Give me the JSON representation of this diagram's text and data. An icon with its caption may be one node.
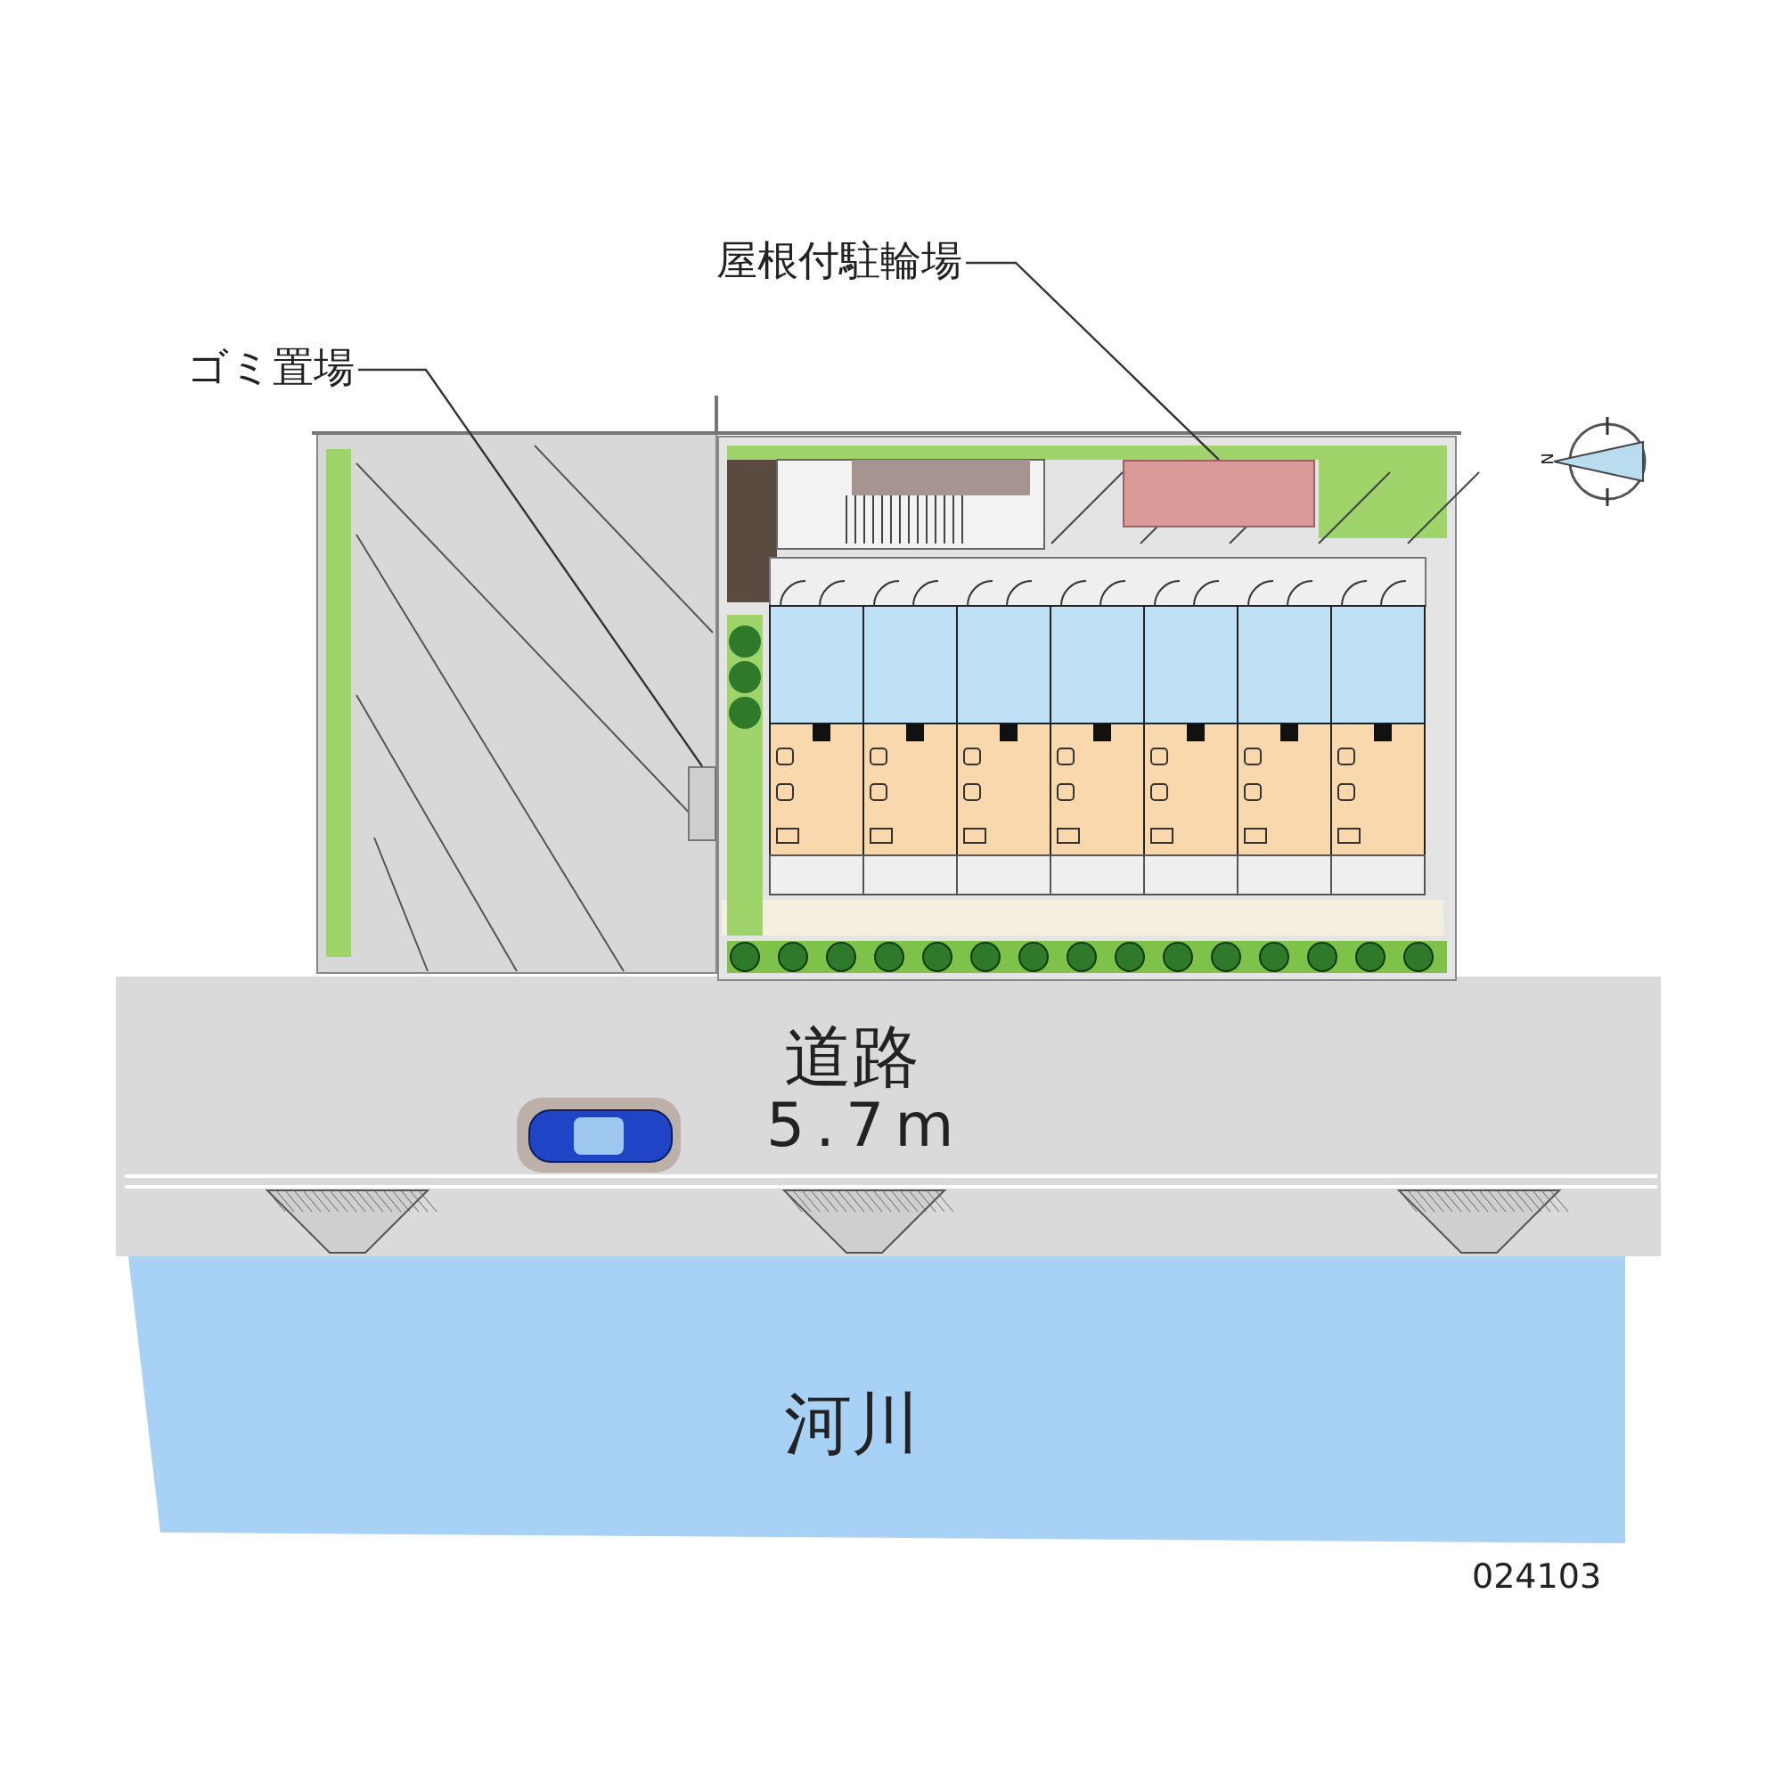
{
  "diagram": {
    "nodes": [
      {
        "text": [
          "屋根付駐輪場"
        ]
      },
      {
        "text": [],
        "shape": "box"
      },
      {
        "text": [
          "ゴミ置場"
        ]
      },
      {
        "text": [],
        "shape": "box"
      }
    ],
    "edges": [
      {
        "from": 0,
        "to": 1,
        "arrow": "none"
      },
      {
        "from": 2,
        "to": 3,
        "arrow": "none"
      }
    ],
    "labels": [
      "N",
      "道路",
      "5.7m",
      "河川",
      "024103"
    ]
  }
}
